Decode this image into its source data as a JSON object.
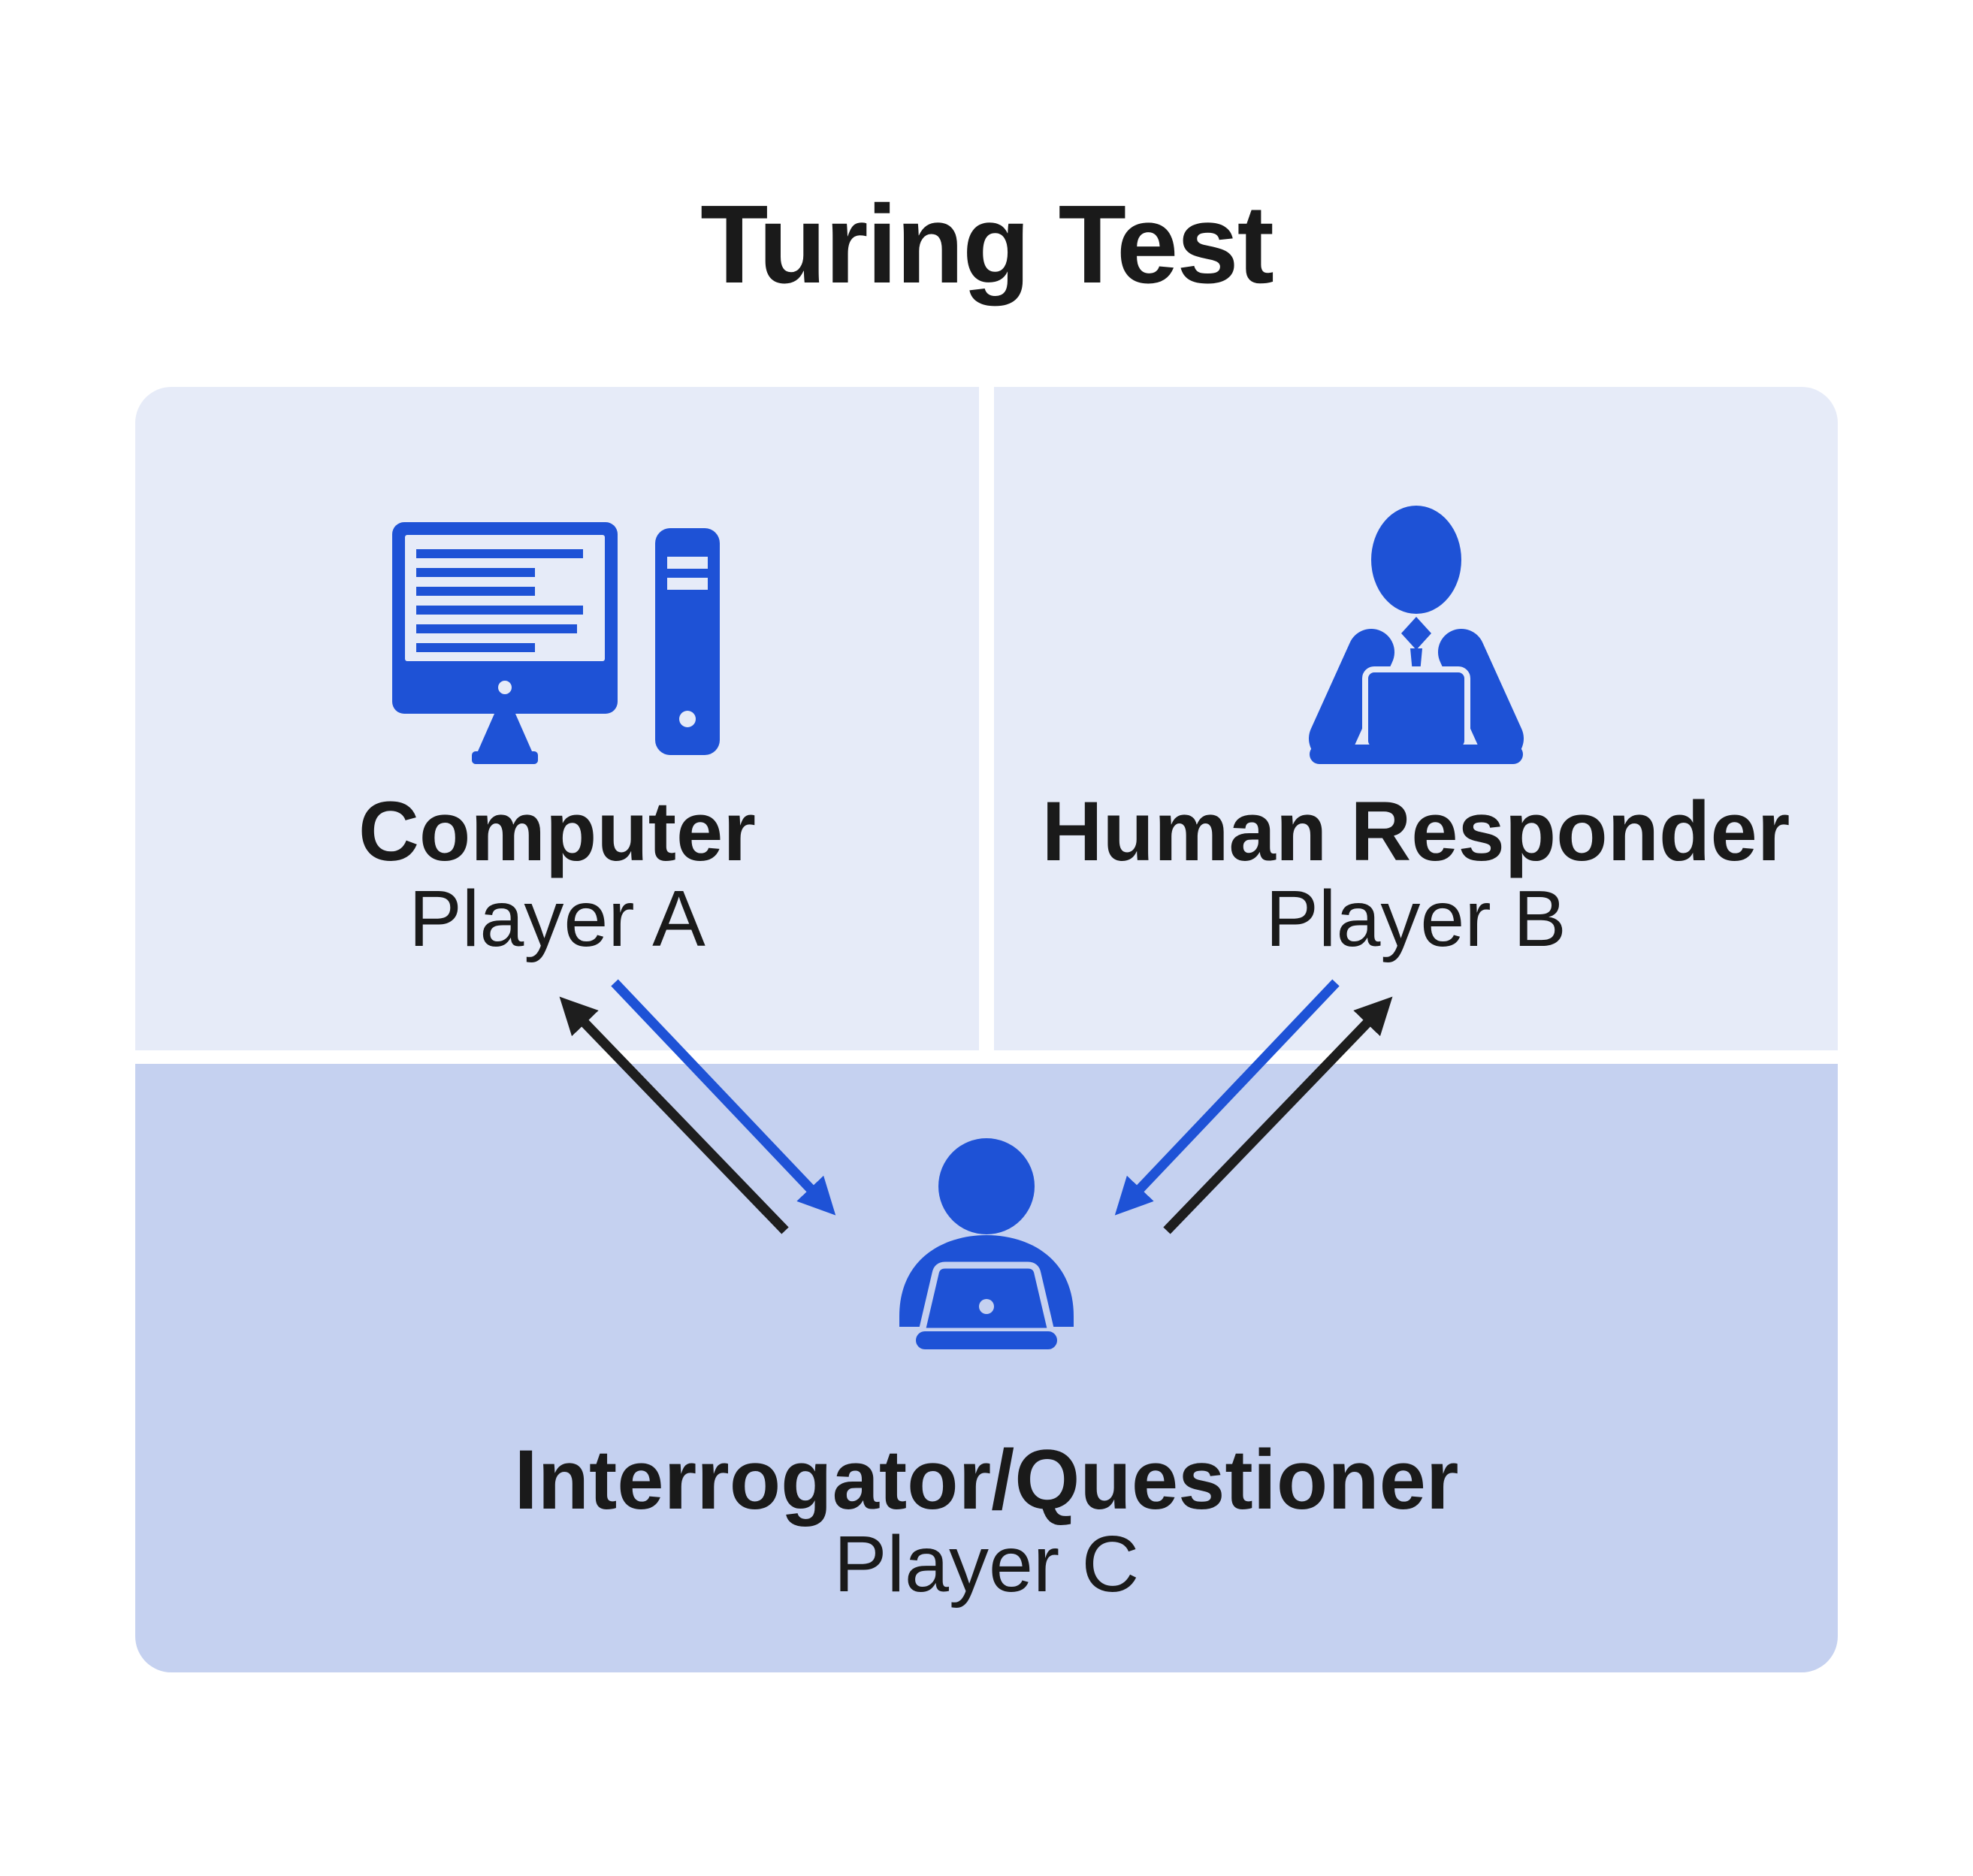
{
  "title": "Turing Test",
  "colors": {
    "accent_blue": "#1E52D6",
    "panel_light": "#E6EBF8",
    "panel_dark": "#C5D1F0",
    "text": "#1A1A1A",
    "arrow_black": "#1E1E1E",
    "background": "#FFFFFF"
  },
  "panels": [
    {
      "role": "Computer",
      "player": "Player A",
      "icon": "computer-icon"
    },
    {
      "role": "Human Responder",
      "player": "Player B",
      "icon": "human-responder-icon"
    },
    {
      "role": "Interrogator/Questioner",
      "player": "Player C",
      "icon": "interrogator-icon"
    }
  ],
  "arrows": [
    {
      "from": "Player C",
      "to": "Player A",
      "color": "#1E1E1E"
    },
    {
      "from": "Player A",
      "to": "Player C",
      "color": "#1E52D6"
    },
    {
      "from": "Player B",
      "to": "Player C",
      "color": "#1E52D6"
    },
    {
      "from": "Player C",
      "to": "Player B",
      "color": "#1E1E1E"
    }
  ]
}
